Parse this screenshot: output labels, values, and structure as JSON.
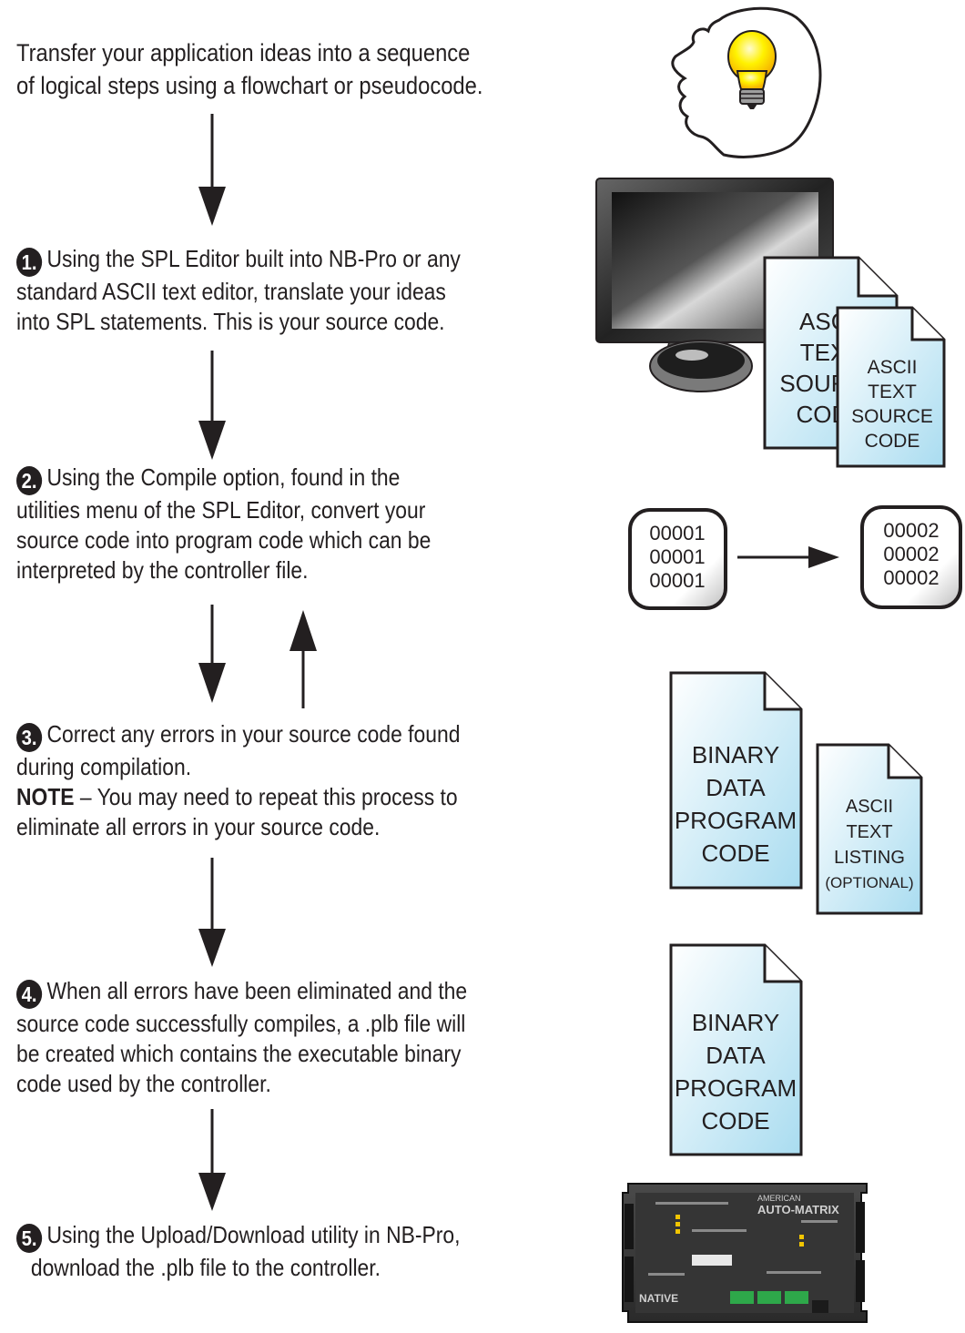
{
  "intro": {
    "lines": [
      "Transfer your application ideas into a sequence",
      "of logical steps using a flowchart or pseudocode."
    ]
  },
  "steps": [
    {
      "number": "1.",
      "lines": [
        "Using the SPL Editor built into NB-Pro or any",
        "standard ASCII text editor, translate your ideas",
        "into SPL statements.  This is your source code."
      ]
    },
    {
      "number": "2.",
      "lines": [
        "Using the Compile option, found in the",
        "utilities menu of the SPL Editor, convert your",
        "source code into program code which can be",
        "interpreted by the controller file."
      ]
    },
    {
      "number": "3.",
      "lines": [
        "Correct any errors in your source code found",
        "during compilation."
      ],
      "note_label": "NOTE",
      "note_lines": [
        " – You may need to repeat this process to",
        "eliminate all errors in your source code."
      ]
    },
    {
      "number": "4.",
      "lines": [
        "When all errors have been eliminated and the",
        "source code successfully compiles, a .plb file will",
        "be created which contains the executable binary",
        "code used by the controller."
      ]
    },
    {
      "number": "5.",
      "lines": [
        "Using the Upload/Download utility in NB-Pro,",
        "download the .plb file to the controller."
      ]
    }
  ],
  "illustrations": {
    "doc_ascii_back": [
      "ASCII",
      "TEXT",
      "SOURCE",
      "CODE"
    ],
    "doc_ascii_front": [
      "ASCII",
      "TEXT",
      "SOURCE",
      "CODE"
    ],
    "code_before": [
      "00001",
      "00001",
      "00001"
    ],
    "code_after": [
      "00002",
      "00002",
      "00002"
    ],
    "doc_binary": [
      "BINARY",
      "DATA",
      "PROGRAM",
      "CODE"
    ],
    "doc_listing": [
      "ASCII",
      "TEXT",
      "LISTING",
      "(OPTIONAL)"
    ],
    "doc_binary_final": [
      "BINARY",
      "DATA",
      "PROGRAM",
      "CODE"
    ],
    "controller_brand": [
      "AMERICAN",
      "AUTO-MATRIX"
    ],
    "controller_model": "NATIVE"
  }
}
